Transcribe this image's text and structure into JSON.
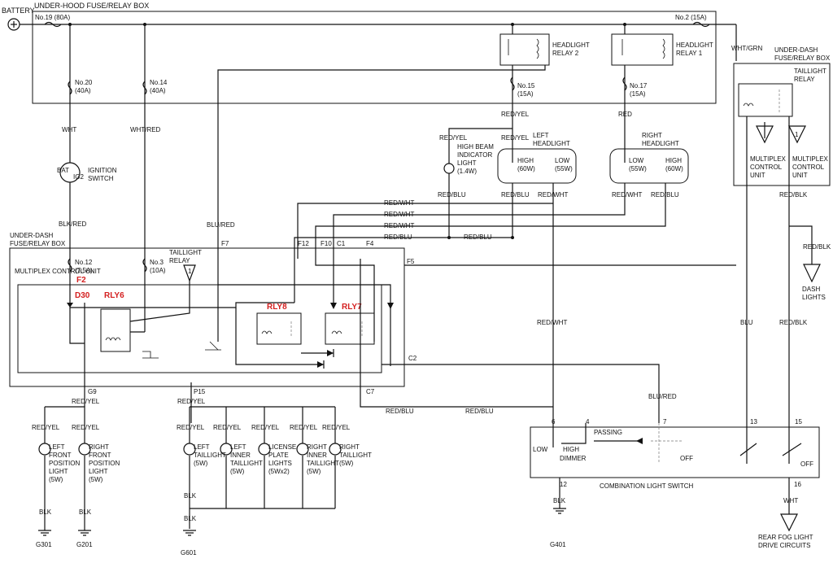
{
  "battery": "BATTERY",
  "underhood_box": "UNDER-HOOD FUSE/RELAY BOX",
  "fuses": {
    "f19": "No.19 (80A)",
    "f2": "No.2 (15A)",
    "f20": [
      "No.20",
      "(40A)"
    ],
    "f14": [
      "No.14",
      "(40A)"
    ],
    "f15": [
      "No.15",
      "(15A)"
    ],
    "f17": [
      "No.17",
      "(15A)"
    ],
    "f12": [
      "No.12",
      "(7.5A)"
    ],
    "f3": [
      "No.3",
      "(10A)"
    ]
  },
  "relays": {
    "headlight2": [
      "HEADLIGHT",
      "RELAY 2"
    ],
    "headlight1": [
      "HEADLIGHT",
      "RELAY 1"
    ],
    "taillight_dash": [
      "TAILLIGHT",
      "RELAY"
    ],
    "taillight_mux": [
      "TAILLIGHT",
      "RELAY"
    ]
  },
  "underdash_box_right": [
    "UNDER-DASH",
    "FUSE/RELAY BOX"
  ],
  "underdash_box_left": [
    "UNDER-DASH",
    "FUSE/RELAY BOX"
  ],
  "multiplex_left": "MULTIPLEX",
  "multiplex_right": [
    "MULTIPLEX",
    "CONTROL",
    "UNIT"
  ],
  "multiplex_control_unit": "MULTIPLEX CONTROL UNIT",
  "ignition_switch": [
    "IGNITION",
    "SWITCH"
  ],
  "ignition_terminals": [
    "BAT",
    "IG2"
  ],
  "high_beam_indicator": [
    "HIGH BEAM",
    "INDICATOR",
    "LIGHT",
    "(1.4W)"
  ],
  "left_headlight": {
    "title": [
      "LEFT",
      "HEADLIGHT"
    ],
    "high": [
      "HIGH",
      "(60W)"
    ],
    "low": [
      "LOW",
      "(55W)"
    ]
  },
  "right_headlight": {
    "title": [
      "RIGHT",
      "HEADLIGHT"
    ],
    "low": [
      "LOW",
      "(55W)"
    ],
    "high": [
      "HIGH",
      "(60W)"
    ]
  },
  "wires": {
    "wht": "WHT",
    "wht_red": "WHT/RED",
    "blk_red": "BLK/RED",
    "blu_red": "BLU/RED",
    "red_yel": "RED/YEL",
    "red": "RED",
    "red_blu": "RED/BLU",
    "red_wht": "RED/WHT",
    "wht_grn": "WHT/GRN",
    "red_blk": "RED/BLK",
    "blu": "BLU",
    "blk": "BLK"
  },
  "terminals": [
    "F7",
    "F12",
    "F10",
    "C1",
    "F4",
    "F5",
    "C2",
    "G9",
    "P15",
    "C7",
    "F2"
  ],
  "red_labels": [
    "D30",
    "RLY6",
    "RLY8",
    "RLY7"
  ],
  "dash_lights": [
    "DASH",
    "LIGHTS"
  ],
  "lights": [
    [
      "LEFT",
      "FRONT",
      "POSITION",
      "LIGHT",
      "(5W)"
    ],
    [
      "RIGHT",
      "FRONT",
      "POSITION",
      "LIGHT",
      "(5W)"
    ],
    [
      "LEFT",
      "TAILLIGHT",
      "(5W)"
    ],
    [
      "LEFT",
      "INNER",
      "TAILLIGHT",
      "(5W)"
    ],
    [
      "LICENSE",
      "PLATE",
      "LIGHTS",
      "(5Wx2)"
    ],
    [
      "RIGHT",
      "INNER",
      "TAILLIGHT",
      "(5W)"
    ],
    [
      "RIGHT",
      "TAILLIGHT",
      "(5W)"
    ]
  ],
  "grounds": [
    "G301",
    "G201",
    "G601",
    "G401"
  ],
  "combination_switch": {
    "title": "COMBINATION LIGHT SWITCH",
    "low": "LOW",
    "high": "HIGH",
    "dimmer": "DIMMER",
    "passing": "PASSING",
    "off": "OFF",
    "pins": [
      "6",
      "4",
      "7",
      "13",
      "15",
      "12",
      "16"
    ]
  },
  "rear_fog": [
    "REAR FOG LIGHT",
    "DRIVE CIRCUITS"
  ]
}
